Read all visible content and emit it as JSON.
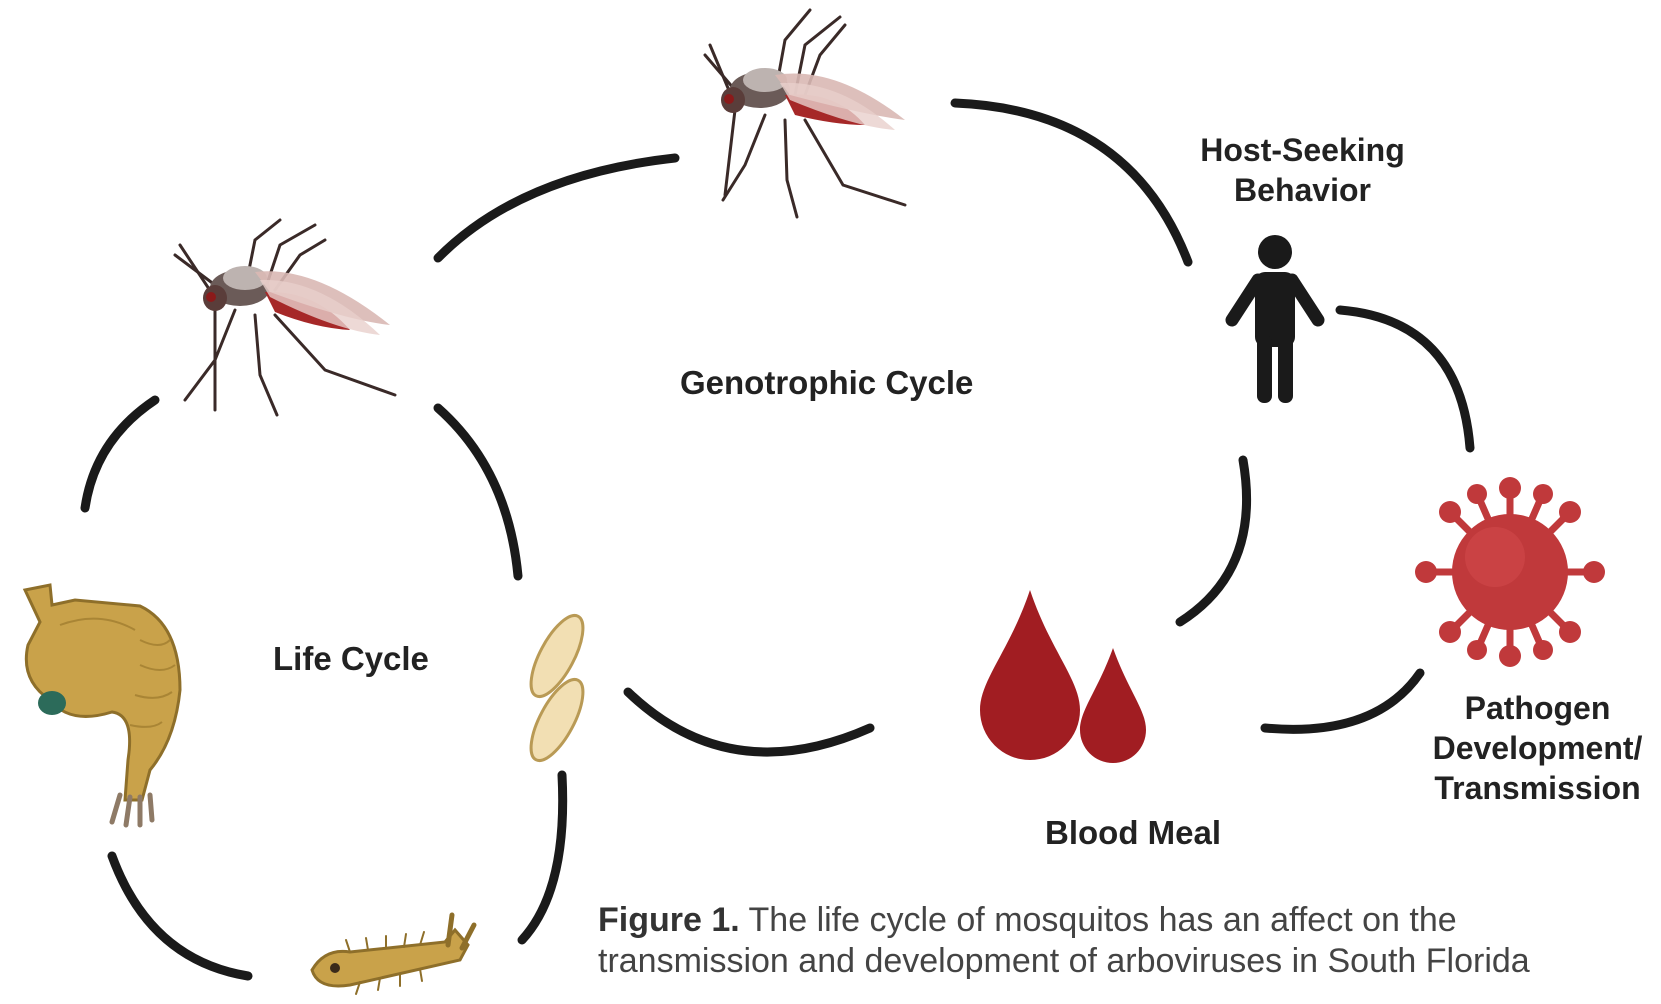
{
  "labels": {
    "genotrophic_cycle": "Genotrophic Cycle",
    "life_cycle": "Life Cycle",
    "host_seeking_line1": "Host-Seeking",
    "host_seeking_line2": "Behavior",
    "blood_meal": "Blood Meal",
    "pathogen_line1": "Pathogen",
    "pathogen_line2": "Development/",
    "pathogen_line3": "Transmission"
  },
  "caption": {
    "lead": "Figure 1.",
    "text_line1": " The life cycle of mosquitos has an affect on the",
    "text_line2": "transmission and development of arboviruses in South Florida"
  },
  "icons": [
    "mosquito-icon",
    "human-figure-icon",
    "virus-icon",
    "blood-drop-icon",
    "egg-icon",
    "pupa-icon",
    "larva-icon"
  ],
  "colors": {
    "arrow_line": "#1a1a1a",
    "blood": "#a11d22",
    "virus": "#c0393b",
    "larva": "#c9a24a",
    "egg": "#f2dfb3",
    "text": "#222222"
  }
}
